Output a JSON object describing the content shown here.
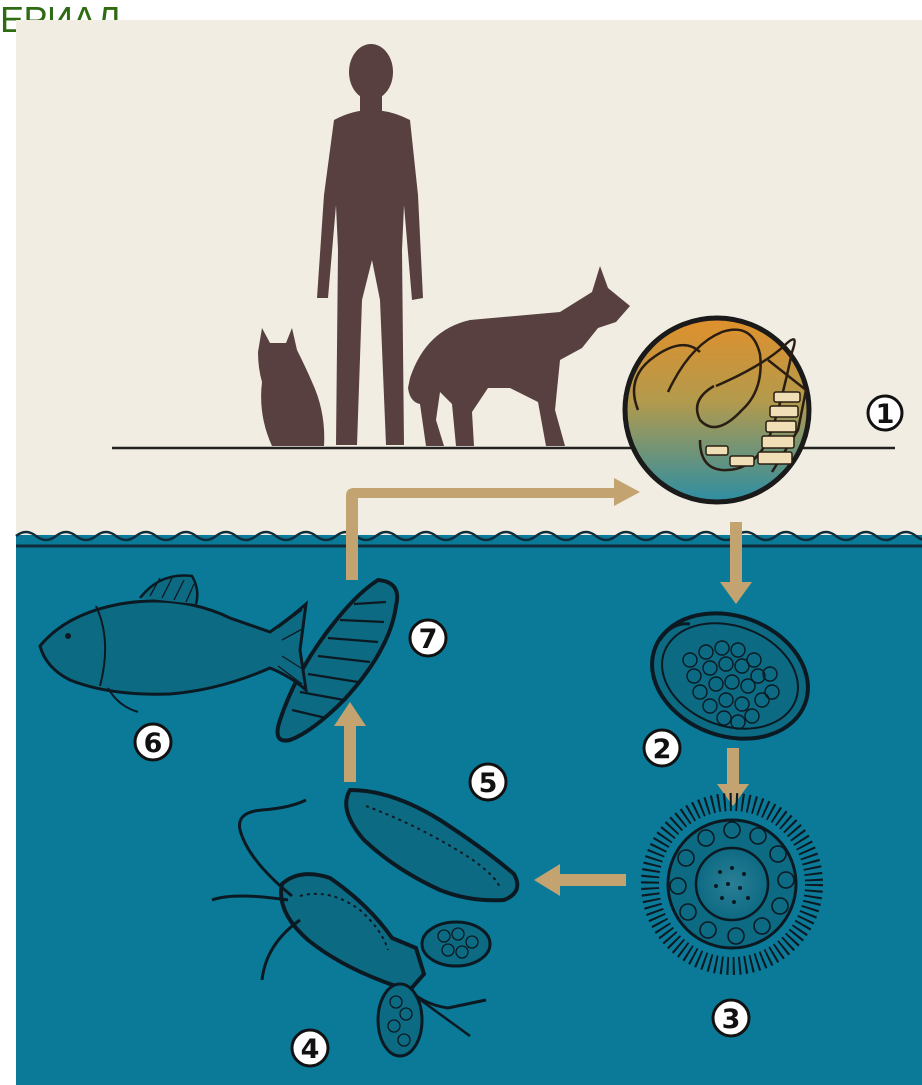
{
  "caption": "ЕРИАЛ",
  "colors": {
    "land": "#f1ede2",
    "water": "#0b7a98",
    "silhouette": "#57403f",
    "arrow": "#c3a470",
    "caption": "#2e6b12",
    "lens_top": "#e0902c",
    "lens_bottom": "#2d8ea3"
  },
  "stages": [
    {
      "id": "adult-tapeworm",
      "label": "1"
    },
    {
      "id": "egg",
      "label": "2"
    },
    {
      "id": "coracidium",
      "label": "3"
    },
    {
      "id": "copepod",
      "label": "4"
    },
    {
      "id": "procercoid",
      "label": "5"
    },
    {
      "id": "fish",
      "label": "6"
    },
    {
      "id": "plerocercoid",
      "label": "7"
    }
  ],
  "hosts": [
    "human-silhouette",
    "cat-silhouette",
    "dog-silhouette"
  ]
}
